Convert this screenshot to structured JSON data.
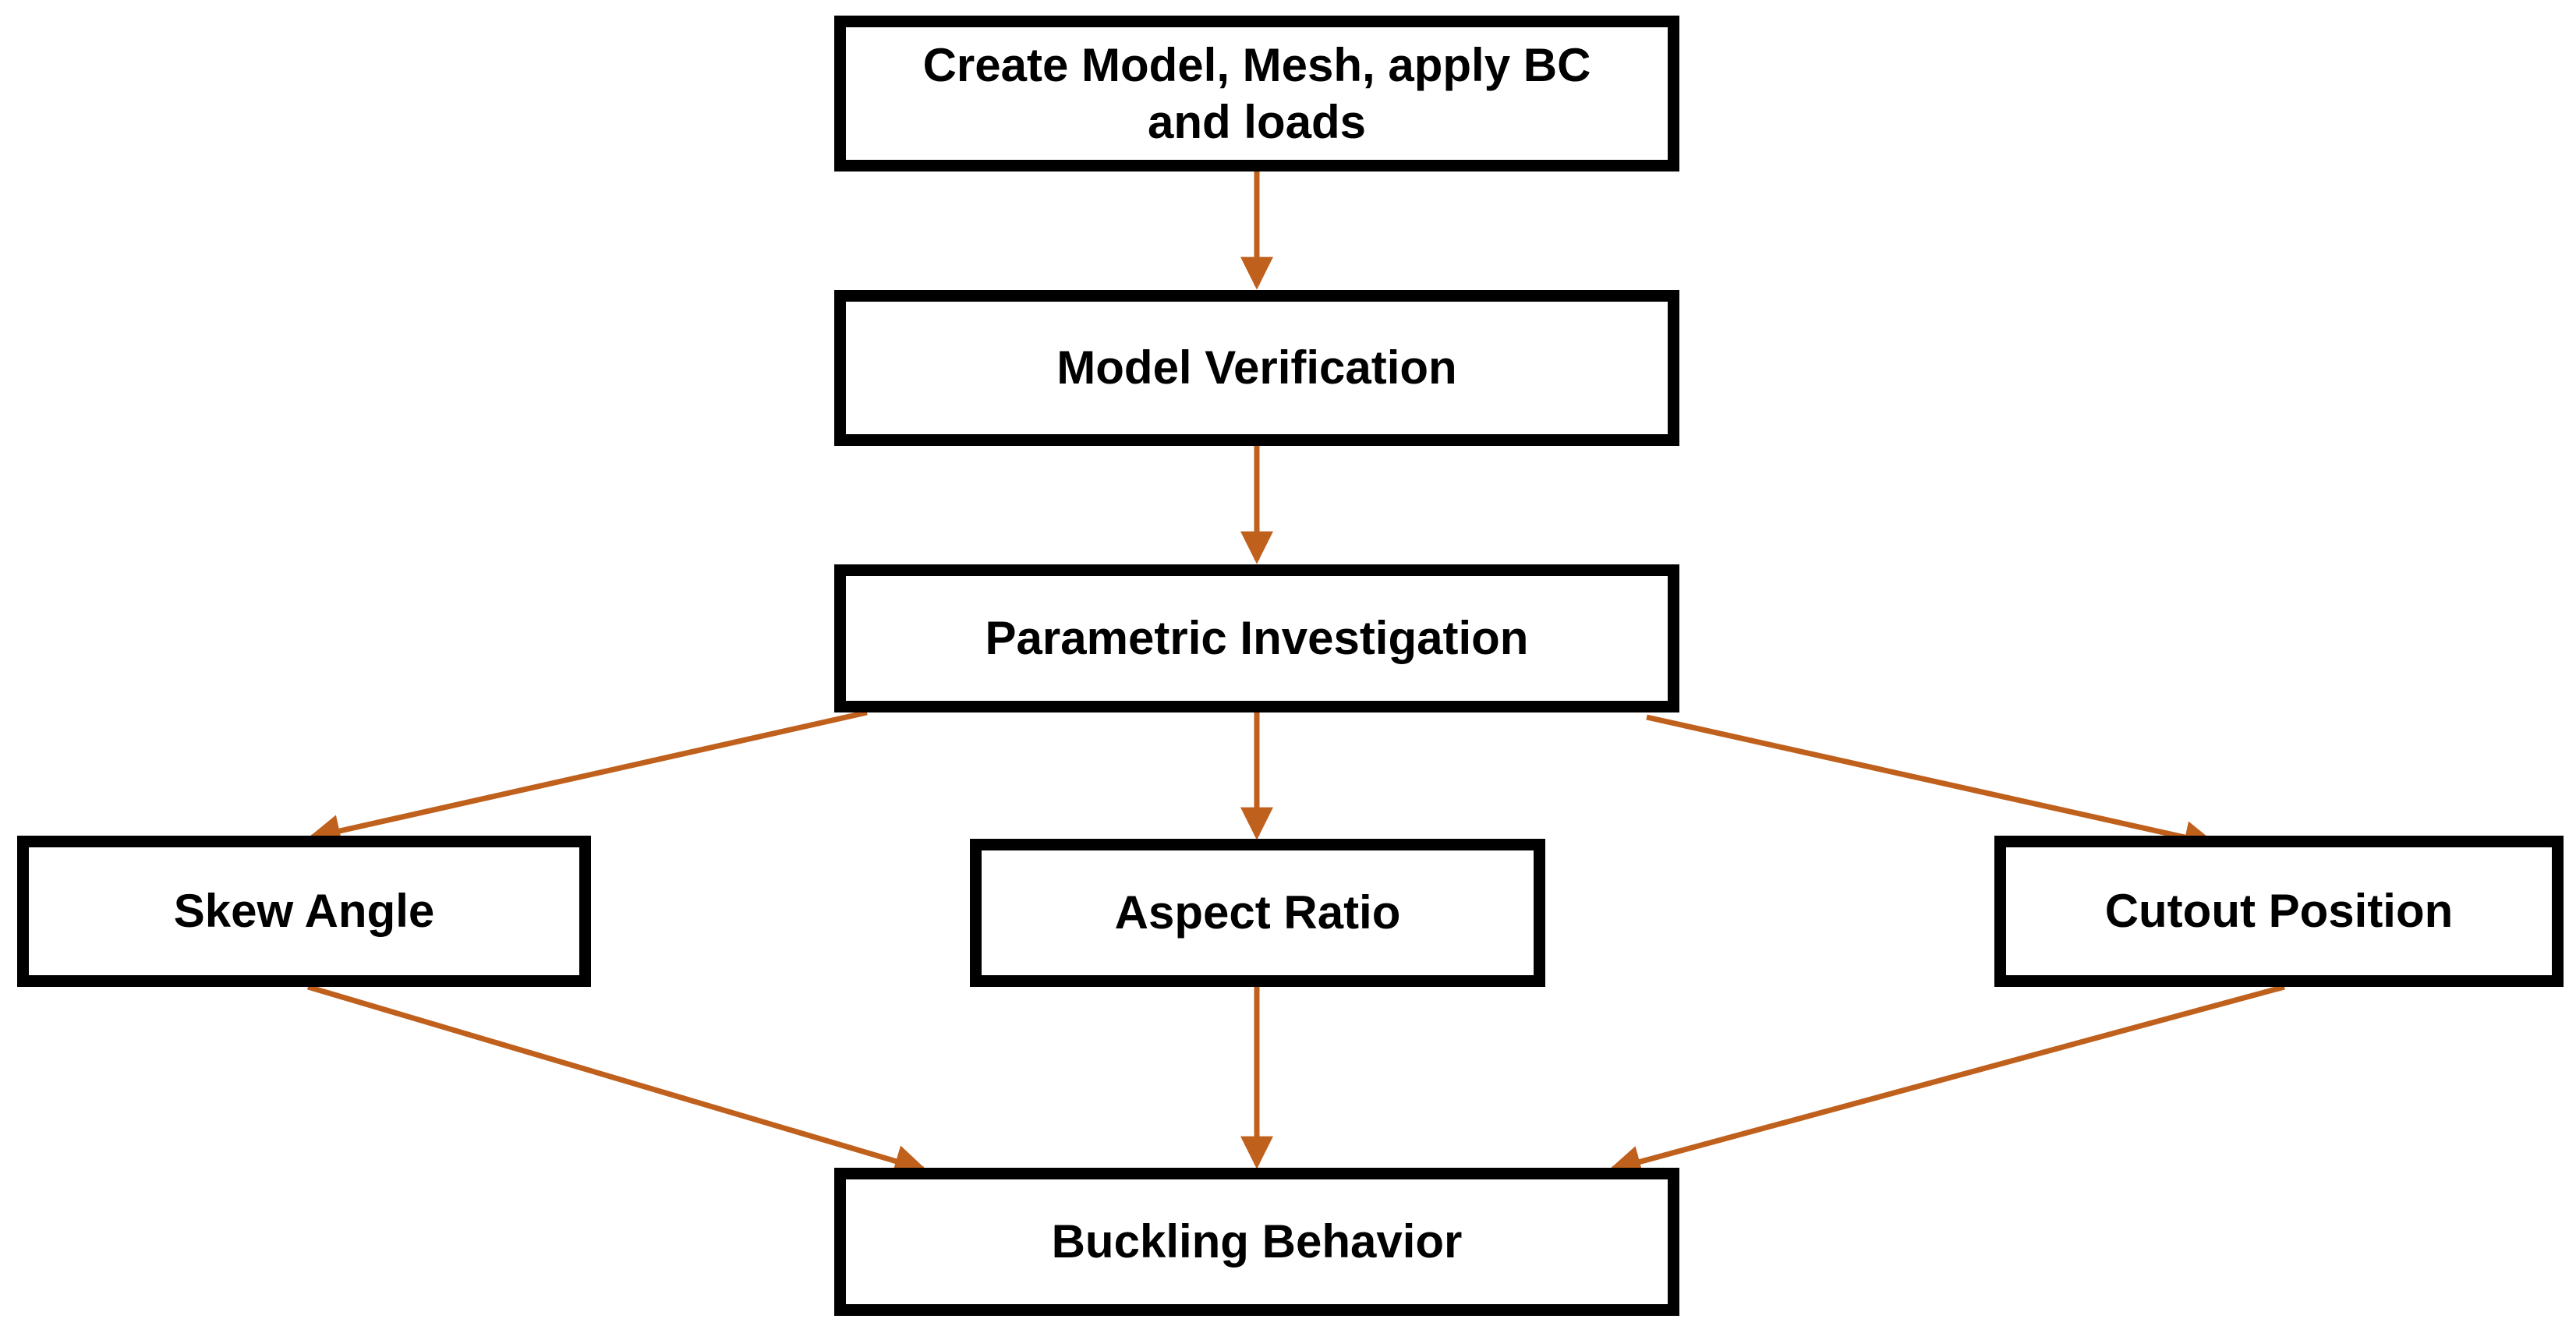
{
  "diagram": {
    "colors": {
      "arrow": "#c0601d",
      "box_border": "#000000",
      "box_fill": "#ffffff",
      "text": "#000000"
    },
    "nodes": {
      "create_model": {
        "label_line1": "Create Model, Mesh, apply BC",
        "label_line2": "and loads"
      },
      "model_verification": {
        "label": "Model Verification"
      },
      "parametric_investigation": {
        "label": "Parametric Investigation"
      },
      "skew_angle": {
        "label": "Skew Angle"
      },
      "aspect_ratio": {
        "label": "Aspect Ratio"
      },
      "cutout_position": {
        "label": "Cutout Position"
      },
      "buckling_behavior": {
        "label": "Buckling Behavior"
      }
    },
    "edges": [
      {
        "from": "create_model",
        "to": "model_verification"
      },
      {
        "from": "model_verification",
        "to": "parametric_investigation"
      },
      {
        "from": "parametric_investigation",
        "to": "skew_angle"
      },
      {
        "from": "parametric_investigation",
        "to": "aspect_ratio"
      },
      {
        "from": "parametric_investigation",
        "to": "cutout_position"
      },
      {
        "from": "skew_angle",
        "to": "buckling_behavior"
      },
      {
        "from": "aspect_ratio",
        "to": "buckling_behavior"
      },
      {
        "from": "cutout_position",
        "to": "buckling_behavior"
      }
    ]
  }
}
